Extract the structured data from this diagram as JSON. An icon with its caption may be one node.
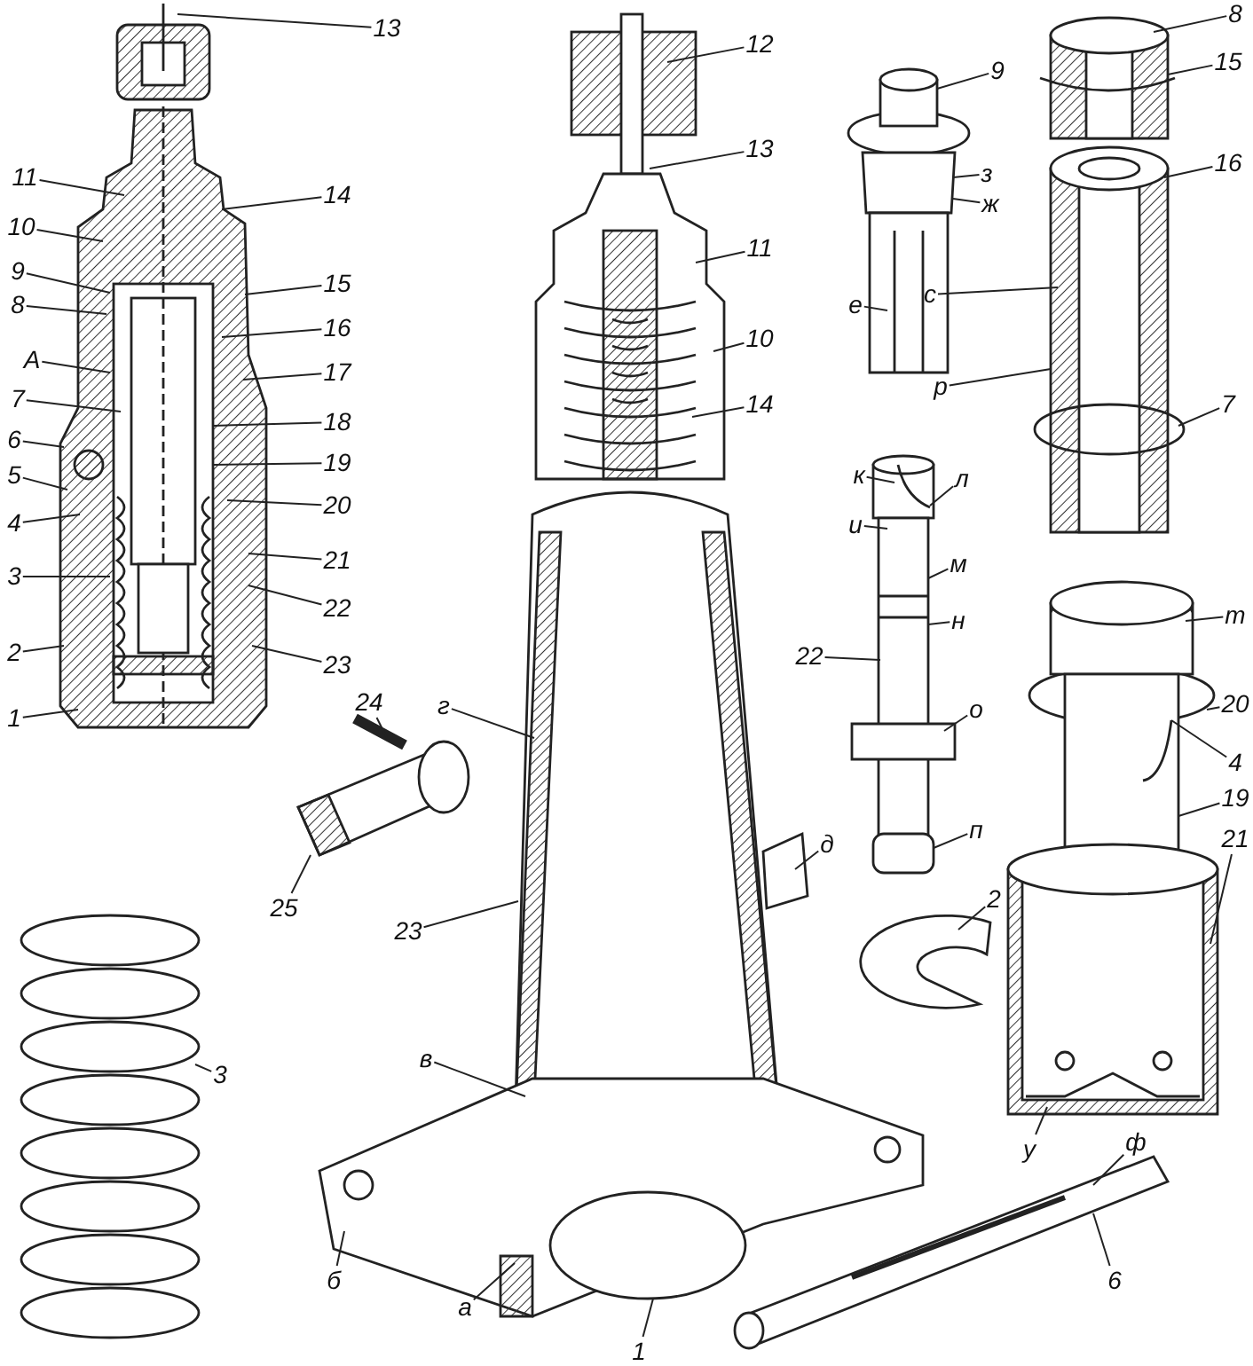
{
  "diagram": {
    "nodes": [
      {
        "text": [
          "13"
        ]
      },
      {
        "text": [
          "11"
        ]
      },
      {
        "text": [
          "10"
        ]
      },
      {
        "text": [
          "9"
        ]
      },
      {
        "text": [
          "8"
        ]
      },
      {
        "text": [
          "А"
        ]
      },
      {
        "text": [
          "7"
        ]
      },
      {
        "text": [
          "6"
        ]
      },
      {
        "text": [
          "5"
        ]
      },
      {
        "text": [
          "4"
        ]
      },
      {
        "text": [
          "3"
        ]
      },
      {
        "text": [
          "2"
        ]
      },
      {
        "text": [
          "1"
        ]
      },
      {
        "text": [
          "14"
        ]
      },
      {
        "text": [
          "15"
        ]
      },
      {
        "text": [
          "16"
        ]
      },
      {
        "text": [
          "17"
        ]
      },
      {
        "text": [
          "18"
        ]
      },
      {
        "text": [
          "19"
        ]
      },
      {
        "text": [
          "20"
        ]
      },
      {
        "text": [
          "21"
        ]
      },
      {
        "text": [
          "22"
        ]
      },
      {
        "text": [
          "23"
        ]
      },
      {
        "text": [
          "12"
        ]
      },
      {
        "text": [
          "13"
        ]
      },
      {
        "text": [
          "11"
        ]
      },
      {
        "text": [
          "10"
        ]
      },
      {
        "text": [
          "14"
        ]
      },
      {
        "text": [
          "24"
        ]
      },
      {
        "text": [
          "г"
        ]
      },
      {
        "text": [
          "25"
        ]
      },
      {
        "text": [
          "23"
        ]
      },
      {
        "text": [
          "д"
        ]
      },
      {
        "text": [
          "в"
        ]
      },
      {
        "text": [
          "б"
        ]
      },
      {
        "text": [
          "а"
        ]
      },
      {
        "text": [
          "1"
        ]
      },
      {
        "text": [
          "3"
        ]
      },
      {
        "text": [
          "9"
        ]
      },
      {
        "text": [
          "з"
        ]
      },
      {
        "text": [
          "ж"
        ]
      },
      {
        "text": [
          "е"
        ]
      },
      {
        "text": [
          "8"
        ]
      },
      {
        "text": [
          "15"
        ]
      },
      {
        "text": [
          "16"
        ]
      },
      {
        "text": [
          "с"
        ]
      },
      {
        "text": [
          "р"
        ]
      },
      {
        "text": [
          "7"
        ]
      },
      {
        "text": [
          "к"
        ]
      },
      {
        "text": [
          "л"
        ]
      },
      {
        "text": [
          "и"
        ]
      },
      {
        "text": [
          "м"
        ]
      },
      {
        "text": [
          "н"
        ]
      },
      {
        "text": [
          "22"
        ]
      },
      {
        "text": [
          "о"
        ]
      },
      {
        "text": [
          "п"
        ]
      },
      {
        "text": [
          "2"
        ]
      },
      {
        "text": [
          "т"
        ]
      },
      {
        "text": [
          "20"
        ]
      },
      {
        "text": [
          "4"
        ]
      },
      {
        "text": [
          "19"
        ]
      },
      {
        "text": [
          "21"
        ]
      },
      {
        "text": [
          "у"
        ]
      },
      {
        "text": [
          "ф"
        ]
      },
      {
        "text": [
          "6"
        ]
      }
    ],
    "edges": [
      {
        "from": 0,
        "to": null,
        "arrow": "none"
      },
      {
        "from": 1,
        "to": null,
        "arrow": "none"
      },
      {
        "from": 2,
        "to": null,
        "arrow": "none"
      },
      {
        "from": 3,
        "to": null,
        "arrow": "none"
      },
      {
        "from": 4,
        "to": null,
        "arrow": "none"
      },
      {
        "from": 5,
        "to": null,
        "arrow": "none"
      },
      {
        "from": 6,
        "to": null,
        "arrow": "none"
      },
      {
        "from": 7,
        "to": null,
        "arrow": "none"
      },
      {
        "from": 8,
        "to": null,
        "arrow": "none"
      },
      {
        "from": 9,
        "to": null,
        "arrow": "none"
      },
      {
        "from": 10,
        "to": null,
        "arrow": "none"
      },
      {
        "from": 11,
        "to": null,
        "arrow": "none"
      },
      {
        "from": 12,
        "to": null,
        "arrow": "none"
      },
      {
        "from": 13,
        "to": null,
        "arrow": "none"
      },
      {
        "from": 14,
        "to": null,
        "arrow": "none"
      },
      {
        "from": 15,
        "to": null,
        "arrow": "none"
      },
      {
        "from": 16,
        "to": null,
        "arrow": "none"
      },
      {
        "from": 17,
        "to": null,
        "arrow": "none"
      },
      {
        "from": 18,
        "to": null,
        "arrow": "none"
      },
      {
        "from": 19,
        "to": null,
        "arrow": "none"
      },
      {
        "from": 20,
        "to": null,
        "arrow": "none"
      },
      {
        "from": 21,
        "to": null,
        "arrow": "none"
      },
      {
        "from": 22,
        "to": null,
        "arrow": "none"
      },
      {
        "from": 23,
        "to": null,
        "arrow": "none"
      },
      {
        "from": 24,
        "to": null,
        "arrow": "none"
      },
      {
        "from": 25,
        "to": null,
        "arrow": "none"
      },
      {
        "from": 26,
        "to": null,
        "arrow": "none"
      },
      {
        "from": 27,
        "to": null,
        "arrow": "none"
      },
      {
        "from": 28,
        "to": null,
        "arrow": "none"
      },
      {
        "from": 29,
        "to": null,
        "arrow": "none"
      },
      {
        "from": 30,
        "to": null,
        "arrow": "none"
      },
      {
        "from": 31,
        "to": null,
        "arrow": "none"
      },
      {
        "from": 32,
        "to": null,
        "arrow": "none"
      },
      {
        "from": 33,
        "to": null,
        "arrow": "none"
      },
      {
        "from": 34,
        "to": null,
        "arrow": "none"
      },
      {
        "from": 35,
        "to": null,
        "arrow": "none"
      },
      {
        "from": 36,
        "to": null,
        "arrow": "none"
      },
      {
        "from": 37,
        "to": null,
        "arrow": "none"
      },
      {
        "from": 38,
        "to": null,
        "arrow": "none"
      },
      {
        "from": 39,
        "to": null,
        "arrow": "none"
      },
      {
        "from": 40,
        "to": null,
        "arrow": "none"
      },
      {
        "from": 41,
        "to": null,
        "arrow": "none"
      },
      {
        "from": 42,
        "to": null,
        "arrow": "none"
      },
      {
        "from": 43,
        "to": null,
        "arrow": "none"
      },
      {
        "from": 44,
        "to": null,
        "arrow": "none"
      },
      {
        "from": 45,
        "to": null,
        "arrow": "none"
      },
      {
        "from": 46,
        "to": null,
        "arrow": "none"
      },
      {
        "from": 47,
        "to": null,
        "arrow": "none"
      },
      {
        "from": 48,
        "to": null,
        "arrow": "none"
      },
      {
        "from": 49,
        "to": null,
        "arrow": "none"
      },
      {
        "from": 50,
        "to": null,
        "arrow": "none"
      },
      {
        "from": 51,
        "to": null,
        "arrow": "none"
      },
      {
        "from": 52,
        "to": null,
        "arrow": "none"
      },
      {
        "from": 53,
        "to": null,
        "arrow": "none"
      },
      {
        "from": 54,
        "to": null,
        "arrow": "none"
      },
      {
        "from": 55,
        "to": null,
        "arrow": "none"
      },
      {
        "from": 56,
        "to": null,
        "arrow": "none"
      },
      {
        "from": 57,
        "to": null,
        "arrow": "none"
      },
      {
        "from": 58,
        "to": null,
        "arrow": "none"
      },
      {
        "from": 59,
        "to": null,
        "arrow": "none"
      },
      {
        "from": 60,
        "to": null,
        "arrow": "none"
      },
      {
        "from": 61,
        "to": null,
        "arrow": "none"
      },
      {
        "from": 62,
        "to": null,
        "arrow": "none"
      },
      {
        "from": 63,
        "to": null,
        "arrow": "none"
      },
      {
        "from": 64,
        "to": null,
        "arrow": "none"
      }
    ]
  }
}
